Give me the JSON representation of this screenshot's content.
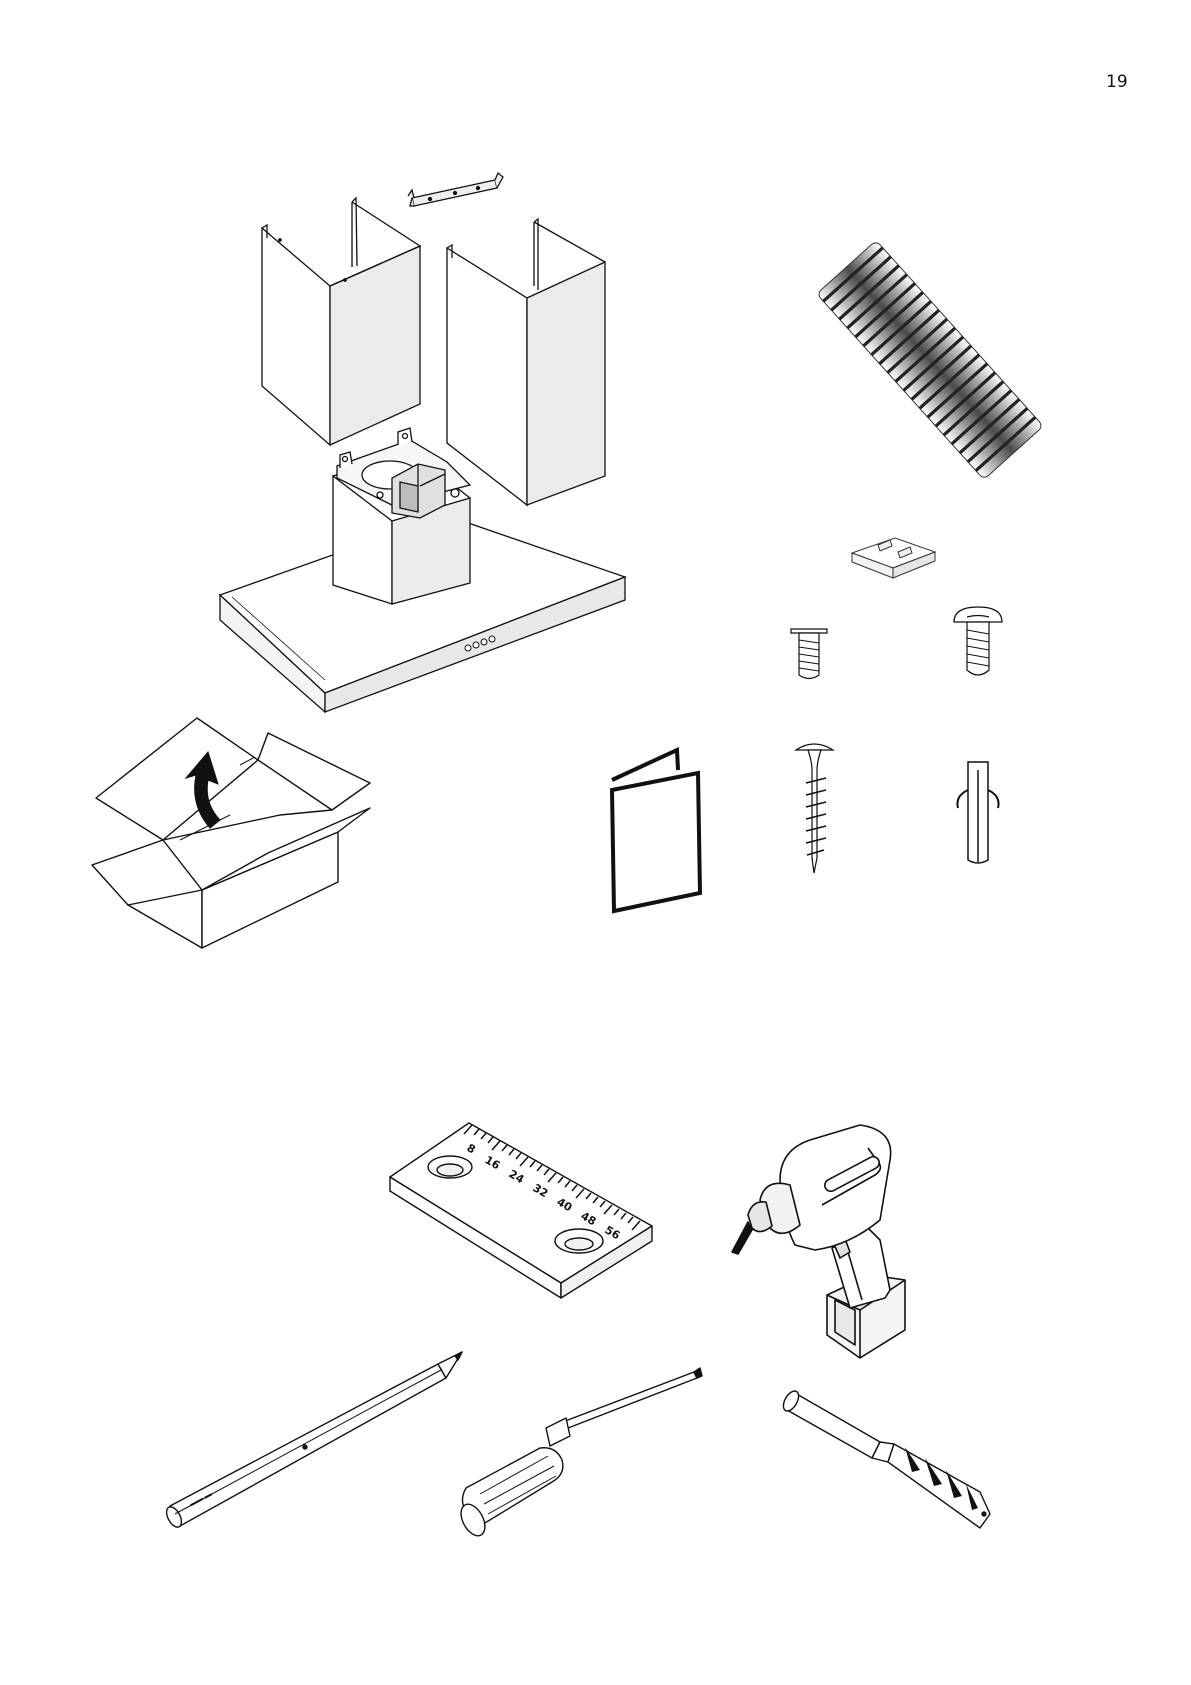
{
  "page": {
    "number": "19"
  },
  "ruler": {
    "ticks": [
      "8",
      "16",
      "24",
      "32",
      "40",
      "48",
      "56"
    ]
  },
  "icons": {
    "hood": "cooker-hood-icon",
    "chimney_left": "chimney-cover-icon",
    "chimney_right": "chimney-cover-icon",
    "bracket": "bracket-icon",
    "duct": "flexible-duct-icon",
    "clip": "plastic-clip-icon",
    "screw_short": "short-screw-icon",
    "screw_mushroom": "mushroom-screw-icon",
    "wood_screw": "wood-screw-icon",
    "wall_plug": "wall-plug-icon",
    "manual": "manual-booklet-icon",
    "box": "open-box-icon",
    "drill": "cordless-drill-icon",
    "pencil": "pencil-icon",
    "screwdriver": "flat-screwdriver-icon",
    "drill_bit": "drill-bit-icon"
  }
}
